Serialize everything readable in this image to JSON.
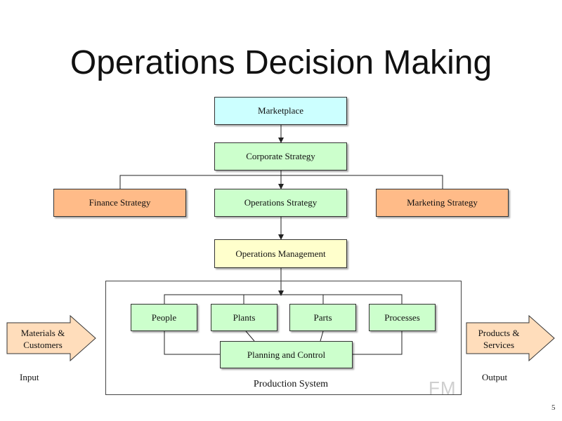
{
  "title": "Operations Decision Making",
  "boxes": {
    "marketplace": "Marketplace",
    "corporate_strategy": "Corporate Strategy",
    "finance_strategy": "Finance Strategy",
    "operations_strategy": "Operations Strategy",
    "marketing_strategy": "Marketing Strategy",
    "operations_management": "Operations Management",
    "people": "People",
    "plants": "Plants",
    "parts": "Parts",
    "processes": "Processes",
    "planning_and_control": "Planning and Control"
  },
  "arrows": {
    "input": "Materials & Customers",
    "output": "Products & Services"
  },
  "labels": {
    "input": "Input",
    "output": "Output",
    "production_system": "Production System"
  },
  "watermark": "FM",
  "page_number": "5",
  "colors": {
    "marketplace": "#ccffff",
    "strategy_green": "#ccffcc",
    "side_strategy": "#ffbb88",
    "management_yellow": "#ffffcc",
    "arrow_fill": "#ffddbb"
  }
}
